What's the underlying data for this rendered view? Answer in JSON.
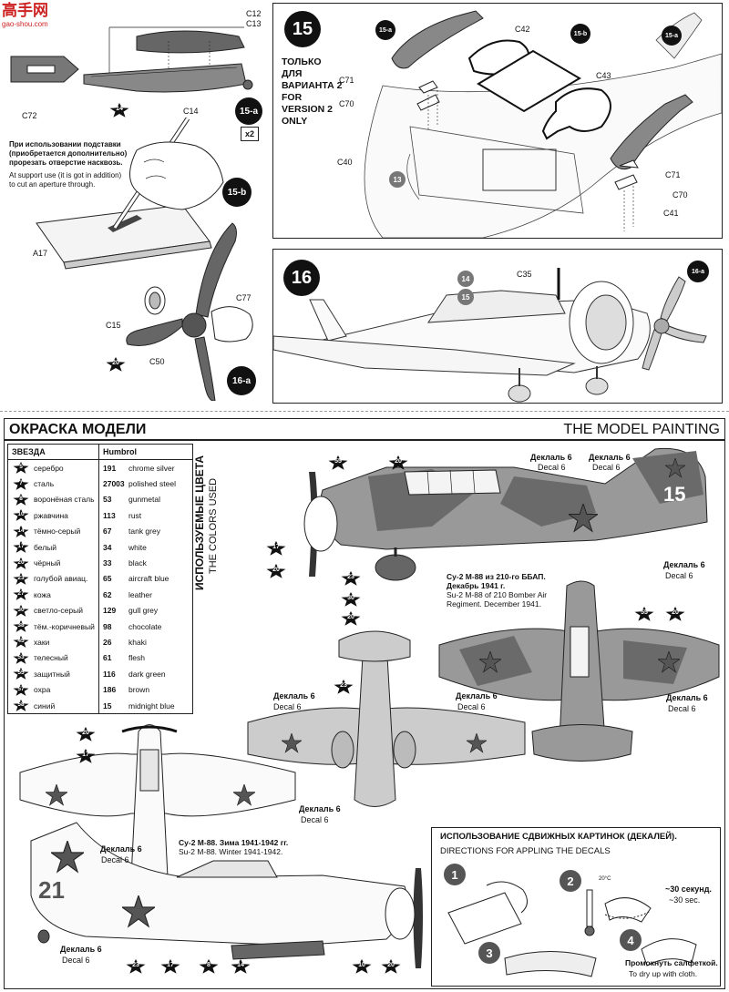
{
  "watermark": {
    "brand": "高手网",
    "url": "gao-shou.com"
  },
  "step15": {
    "number": "15",
    "note_ru": [
      "ТОЛЬКО",
      "ДЛЯ",
      "ВАРИАНТА 2"
    ],
    "note_en": [
      "FOR",
      "VERSION 2",
      "ONLY"
    ],
    "parts": {
      "c12": "C12",
      "c13": "C13",
      "c72": "C72",
      "c14": "C14",
      "c42": "C42",
      "c43": "C43",
      "c71a": "C71",
      "c70a": "C70",
      "c71b": "C71",
      "c70b": "C70",
      "c40": "C40",
      "c41": "C41",
      "a17": "A17"
    },
    "sub_a": "15-a",
    "sub_b": "15-b",
    "times": "x2",
    "support_ru": [
      "При использовании подставки",
      "(приобретается дополнительно)",
      "прорезать отверстие насквозь."
    ],
    "support_en": [
      "At support use (it is got in addition)",
      "to cut an aperture through."
    ],
    "callout13": "13",
    "star14": "14"
  },
  "step16": {
    "number": "16",
    "parts": {
      "c35": "C35",
      "c15": "C15",
      "c77": "C77",
      "c50": "C50"
    },
    "sub_a": "16-a",
    "callout14": "14",
    "callout15": "15",
    "star20": "20"
  },
  "painting": {
    "title_ru": "ОКРАСКА МОДЕЛИ",
    "title_en": "THE MODEL PAINTING",
    "colors_ru_title": "ИСПОЛЬЗУЕМЫЕ ЦВЕТА",
    "colors_en_title": "THE COLORS USED",
    "table_header": {
      "ru": "ЗВЕЗДА",
      "en": "Humbrol"
    },
    "colors": [
      {
        "code": "5",
        "ru": "серебро",
        "h": "191",
        "en": "chrome silver"
      },
      {
        "code": "7",
        "ru": "сталь",
        "h": "27003",
        "en": "polished steel"
      },
      {
        "code": "8",
        "ru": "ворoнёная сталь",
        "h": "53",
        "en": "gunmetal"
      },
      {
        "code": "10",
        "ru": "ржавчина",
        "h": "113",
        "en": "rust"
      },
      {
        "code": "14",
        "ru": "тёмно-серый",
        "h": "67",
        "en": "tank grey"
      },
      {
        "code": "17",
        "ru": "белый",
        "h": "34",
        "en": "white"
      },
      {
        "code": "20",
        "ru": "чёрный",
        "h": "33",
        "en": "black"
      },
      {
        "code": "23",
        "ru": "голубой авиац.",
        "h": "65",
        "en": "aircraft blue"
      },
      {
        "code": "27",
        "ru": "кожа",
        "h": "62",
        "en": "leather"
      },
      {
        "code": "30",
        "ru": "светло-серый",
        "h": "129",
        "en": "gull grey"
      },
      {
        "code": "38",
        "ru": "тём.-коричневый",
        "h": "98",
        "en": "chocolate"
      },
      {
        "code": "45",
        "ru": "хаки",
        "h": "26",
        "en": "khaki"
      },
      {
        "code": "53",
        "ru": "телесный",
        "h": "61",
        "en": "flesh"
      },
      {
        "code": "55",
        "ru": "защитный",
        "h": "116",
        "en": "dark green"
      },
      {
        "code": "57",
        "ru": "охра",
        "h": "186",
        "en": "brown"
      },
      {
        "code": "58",
        "ru": "синий",
        "h": "15",
        "en": "midnight blue"
      }
    ],
    "decal_ru": "Деклаль 6",
    "decal_en": "Decal 6",
    "v1_caption": {
      "ru1": "Су-2 М-88 из 210-го ББАП.",
      "ru2": "Декабрь 1941 г.",
      "en1": "Su-2 M-88 of 210 Bomber Air",
      "en2": "Regiment. December 1941."
    },
    "v2_caption": {
      "ru": "Су-2 М-88. Зима 1941-1942 гг.",
      "en": "Su-2 M-88. Winter 1941-1942."
    },
    "tail_number_1": "15",
    "tail_number_2": "21",
    "stars": {
      "s55": "55",
      "s20": "20",
      "s17": "17",
      "s23": "23",
      "s30": "30",
      "s8": "8",
      "s14": "14",
      "s10": "10"
    }
  },
  "decals": {
    "title_ru": "ИСПОЛЬЗОВАНИЕ СДВИЖНЫХ КАРТИНОК (ДЕКАЛЕЙ).",
    "title_en": "DIRECTIONS FOR APPLING THE DECALS",
    "steps": [
      "1",
      "2",
      "3",
      "4"
    ],
    "temp": "20°C",
    "time_ru": "~30 секунд.",
    "time_en": "~30 sec.",
    "cloth_ru": "Промокнуть салфеткой.",
    "cloth_en": "To dry up with cloth."
  }
}
